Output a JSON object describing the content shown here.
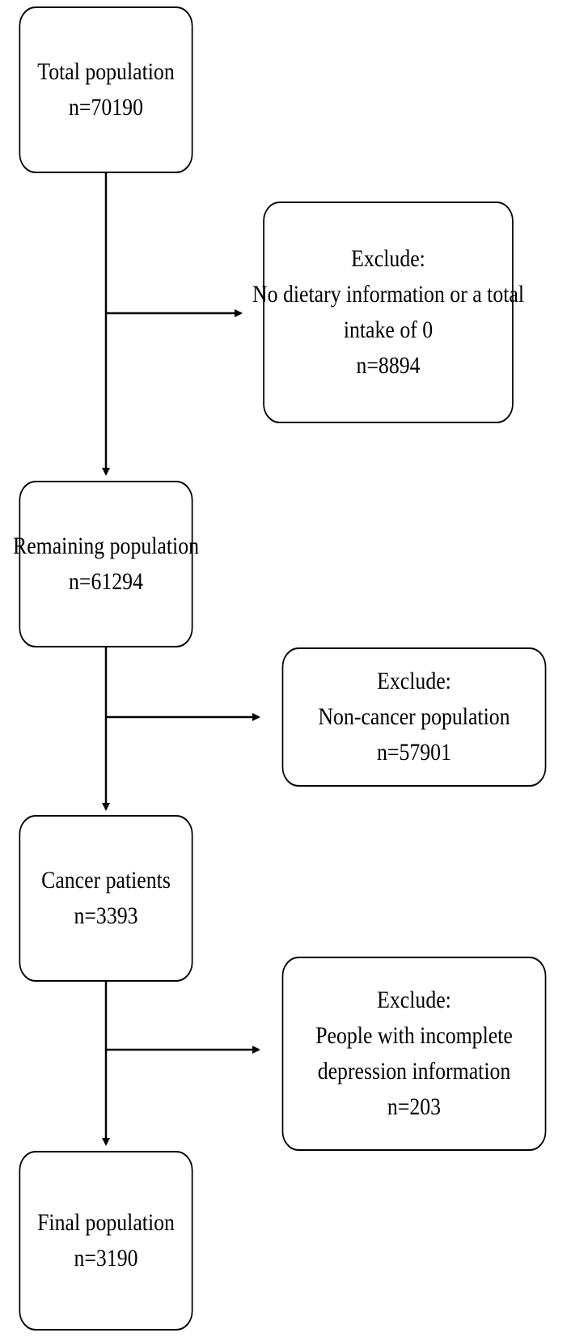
{
  "flow": {
    "total": {
      "label": "Total population",
      "count": "n=70190"
    },
    "exclude1": {
      "heading": "Exclude:",
      "line1": "No dietary information or a total",
      "line2": "intake of 0",
      "count": "n=8894"
    },
    "remaining": {
      "label": "Remaining population",
      "count": "n=61294"
    },
    "exclude2": {
      "heading": "Exclude:",
      "line1": "Non-cancer population",
      "count": "n=57901"
    },
    "cancer": {
      "label": "Cancer patients",
      "count": "n=3393"
    },
    "exclude3": {
      "heading": "Exclude:",
      "line1": "People with incomplete",
      "line2": "depression information",
      "count": "n=203"
    },
    "final": {
      "label": "Final population",
      "count": "n=3190"
    }
  }
}
